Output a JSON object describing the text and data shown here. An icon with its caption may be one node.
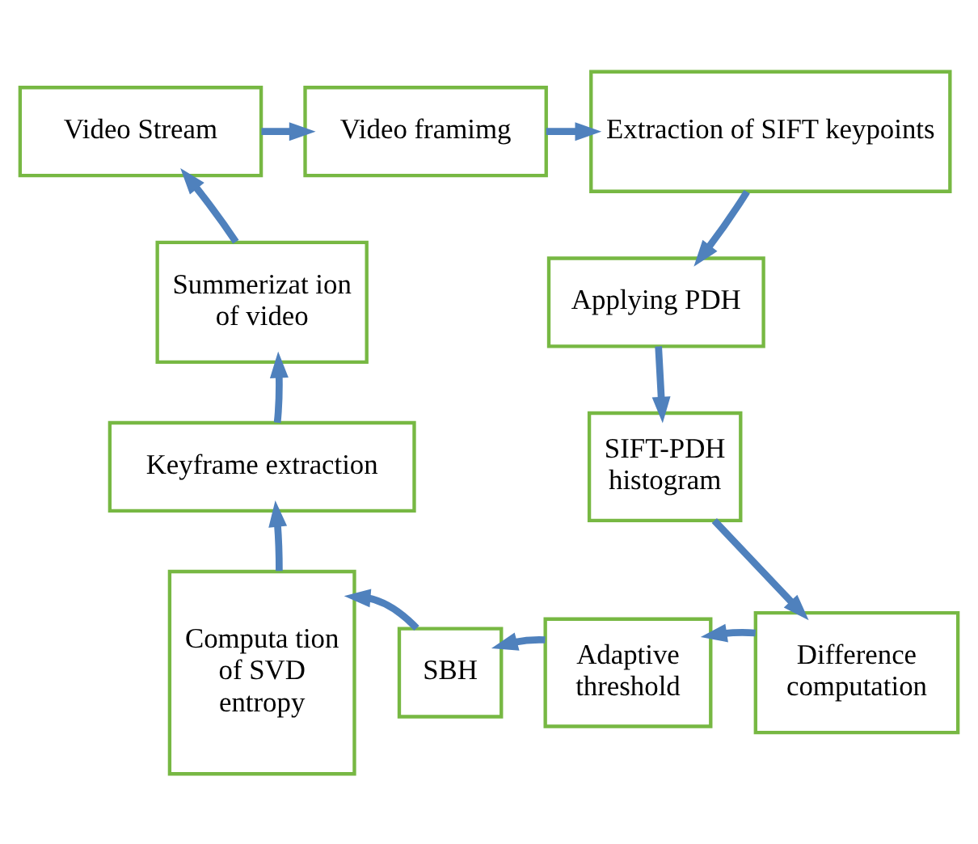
{
  "diagram": {
    "nodes": [
      {
        "text": [
          "Video Stream"
        ]
      },
      {
        "text": [
          "Video framimg"
        ]
      },
      {
        "text": [
          "Extraction of SIFT keypoints"
        ]
      },
      {
        "text": [
          "Applying PDH"
        ]
      },
      {
        "text": [
          "SIFT-PDH histogram"
        ]
      },
      {
        "text": [
          "Difference computation"
        ]
      },
      {
        "text": [
          "Adaptive threshold"
        ]
      },
      {
        "text": [
          "SBH"
        ]
      },
      {
        "text": [
          "Computa tion of SVD entropy"
        ]
      },
      {
        "text": [
          "Keyframe extraction"
        ]
      },
      {
        "text": [
          "Summerizat ion of video"
        ]
      }
    ],
    "edges": [
      {
        "from": 0,
        "to": 1,
        "arrow": "to"
      },
      {
        "from": 1,
        "to": 2,
        "arrow": "to"
      },
      {
        "from": 2,
        "to": 3,
        "arrow": "to"
      },
      {
        "from": 3,
        "to": 4,
        "arrow": "to"
      },
      {
        "from": 4,
        "to": 5,
        "arrow": "to"
      },
      {
        "from": 5,
        "to": 6,
        "arrow": "to"
      },
      {
        "from": 6,
        "to": 7,
        "arrow": "to"
      },
      {
        "from": 7,
        "to": 8,
        "arrow": "to"
      },
      {
        "from": 8,
        "to": 9,
        "arrow": "to"
      },
      {
        "from": 9,
        "to": 10,
        "arrow": "to"
      },
      {
        "from": 10,
        "to": 0,
        "arrow": "to"
      }
    ]
  }
}
